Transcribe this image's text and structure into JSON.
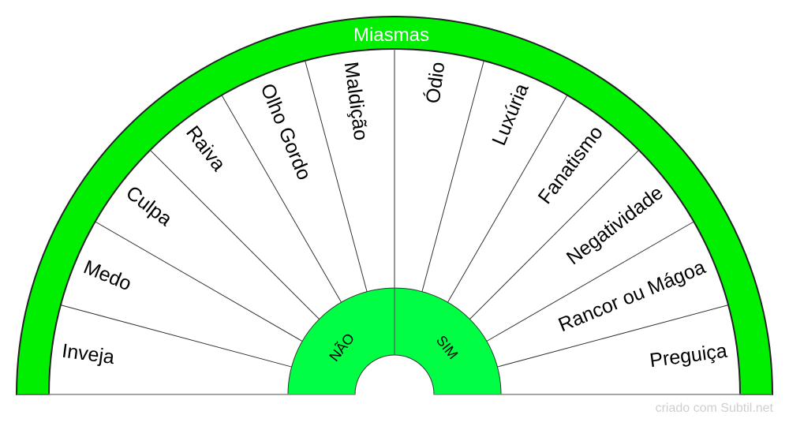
{
  "title": "Miasmas",
  "labels": [
    "Inveja",
    "Medo",
    "Culpa",
    "Raiva",
    "Olho Gordo",
    "Maldição",
    "Ódio",
    "Luxúria",
    "Fanatismo",
    "Negatividade",
    "Rancor ou Mágoa",
    "Preguiça"
  ],
  "answers": {
    "no": "NÃO",
    "yes": "SIM"
  },
  "footer": "criado com Subtil.net",
  "colors": {
    "ring": "#00ee00",
    "inner": "#00ff44",
    "line": "#333333"
  }
}
